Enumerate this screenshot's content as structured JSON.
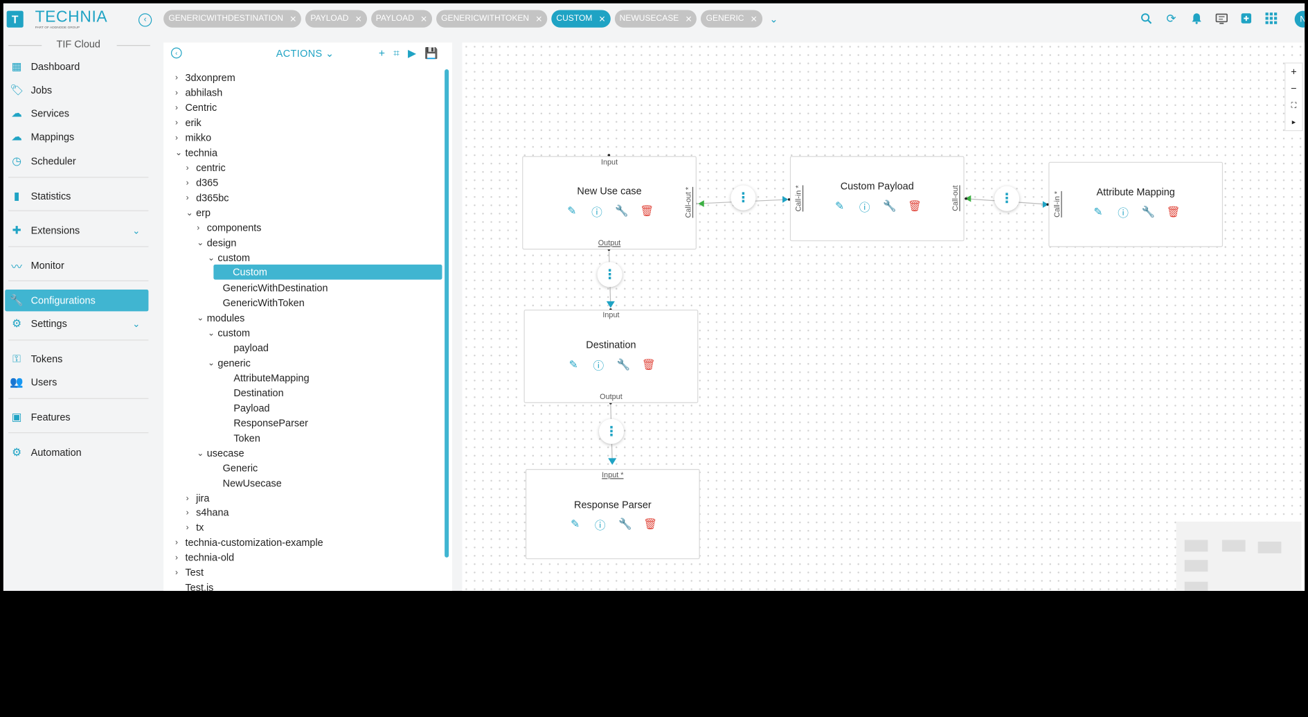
{
  "header": {
    "logo_text": "TECHNIA",
    "logo_sub": "PART OF ADDNODE GROUP",
    "tabs": [
      {
        "label": "GENERICWITHDESTINATION"
      },
      {
        "label": "PAYLOAD"
      },
      {
        "label": "PAYLOAD"
      },
      {
        "label": "GENERICWITHTOKEN"
      },
      {
        "label": "CUSTOM",
        "active": true
      },
      {
        "label": "NEWUSECASE"
      },
      {
        "label": "GENERIC"
      }
    ],
    "avatar_letter": "N",
    "icons": [
      "search-icon",
      "refresh-icon",
      "bell-icon",
      "monitor-icon",
      "add-note-icon",
      "apps-grid-icon"
    ]
  },
  "sidebar": {
    "title": "TIF Cloud",
    "items": [
      {
        "label": "Dashboard",
        "icon": "dashboard-icon"
      },
      {
        "label": "Jobs",
        "icon": "tag-icon"
      },
      {
        "label": "Services",
        "icon": "cloud-icon"
      },
      {
        "label": "Mappings",
        "icon": "cloud-outline-icon"
      },
      {
        "label": "Scheduler",
        "icon": "clock-icon"
      },
      {
        "label": "Statistics",
        "icon": "bar-chart-icon"
      },
      {
        "label": "Extensions",
        "icon": "puzzle-icon"
      },
      {
        "label": "Monitor",
        "icon": "pulse-icon"
      },
      {
        "label": "Configurations",
        "icon": "wrench-icon",
        "active": true
      },
      {
        "label": "Settings",
        "icon": "gear-icon"
      },
      {
        "label": "Tokens",
        "icon": "key-icon"
      },
      {
        "label": "Users",
        "icon": "users-icon"
      },
      {
        "label": "Features",
        "icon": "features-icon"
      },
      {
        "label": "Automation",
        "icon": "automation-gear-icon"
      }
    ]
  },
  "tree": {
    "actions_label": "ACTIONS",
    "nodes": [
      "3dxonprem",
      "abhilash",
      "Centric",
      "erik",
      "mikko",
      "technia",
      "centric",
      "d365",
      "d365bc",
      "erp",
      "components",
      "design",
      "custom",
      "Custom",
      "GenericWithDestination",
      "GenericWithToken",
      "modules",
      "custom",
      "payload",
      "generic",
      "AttributeMapping",
      "Destination",
      "Payload",
      "ResponseParser",
      "Token",
      "usecase",
      "Generic",
      "NewUsecase",
      "jira",
      "s4hana",
      "tx",
      "technia-customization-example",
      "technia-old",
      "Test",
      "Test.js"
    ]
  },
  "canvas": {
    "nodes": {
      "new_use_case": {
        "title": "New Use case",
        "input": "Input",
        "output": "Output",
        "callout": "Call-out *"
      },
      "custom_payload": {
        "title": "Custom Payload",
        "callin": "Call-in *",
        "callout": "Call-out"
      },
      "attribute_mapping": {
        "title": "Attribute Mapping",
        "callin": "Call-in *"
      },
      "destination": {
        "title": "Destination",
        "input": "Input",
        "output": "Output"
      },
      "response_parser": {
        "title": "Response Parser",
        "input": "Input *"
      }
    },
    "zoom_controls": [
      "+",
      "−",
      "⛶",
      "▸"
    ]
  }
}
